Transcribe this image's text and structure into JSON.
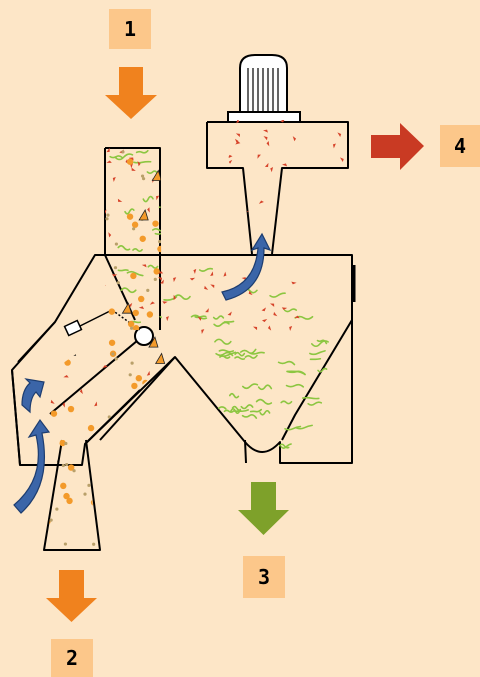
{
  "labels": {
    "feed": "1",
    "heavy_out": "2",
    "fiber_out": "3",
    "fine_out": "4"
  },
  "colors": {
    "background": "#fde6c7",
    "label_box": "#fcc78a",
    "feed_arrow": "#f0821e",
    "fiber_arrow": "#7ea12a",
    "fine_arrow": "#c93a23",
    "air_arrow": "#3b65a8",
    "fiber": "#8cc641",
    "flake": "#d6432a",
    "pellet": "#f39a2a",
    "dust": "#b9a06a"
  },
  "icons": [
    "fan-motor-icon",
    "valve-icon"
  ]
}
